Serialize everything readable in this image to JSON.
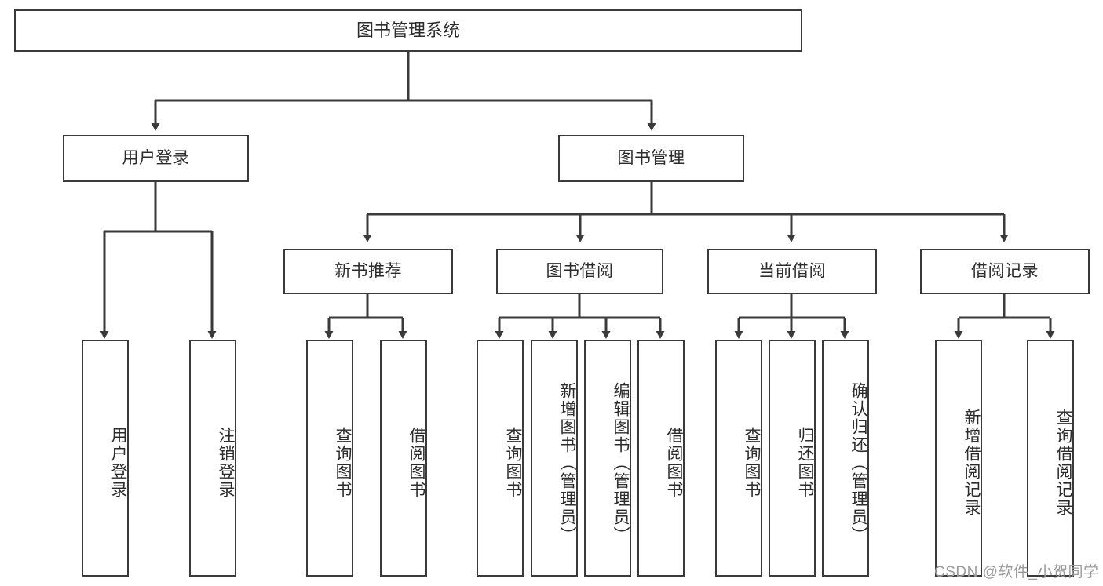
{
  "diagram": {
    "title": "图书管理系统",
    "type": "hierarchy-tree",
    "root": {
      "id": "root",
      "label": "图书管理系统"
    },
    "level1": [
      {
        "id": "user-login",
        "label": "用户登录"
      },
      {
        "id": "book-manage",
        "label": "图书管理"
      }
    ],
    "level2": [
      {
        "id": "new-book-recommend",
        "label": "新书推荐",
        "parent": "book-manage"
      },
      {
        "id": "book-borrow",
        "label": "图书借阅",
        "parent": "book-manage"
      },
      {
        "id": "current-borrow",
        "label": "当前借阅",
        "parent": "book-manage"
      },
      {
        "id": "borrow-record",
        "label": "借阅记录",
        "parent": "book-manage"
      }
    ],
    "leaves": {
      "user-login": [
        {
          "id": "leaf-user-login",
          "label": "用户登录"
        },
        {
          "id": "leaf-user-logout",
          "label": "注销登录"
        }
      ],
      "new-book-recommend": [
        {
          "id": "leaf-query-book-1",
          "label": "查询图书"
        },
        {
          "id": "leaf-borrow-book-1",
          "label": "借阅图书"
        }
      ],
      "book-borrow": [
        {
          "id": "leaf-query-book-2",
          "label": "查询图书"
        },
        {
          "id": "leaf-add-book",
          "label": "新增图书（管理员）"
        },
        {
          "id": "leaf-edit-book",
          "label": "编辑图书（管理员）"
        },
        {
          "id": "leaf-borrow-book-2",
          "label": "借阅图书"
        }
      ],
      "current-borrow": [
        {
          "id": "leaf-query-book-3",
          "label": "查询图书"
        },
        {
          "id": "leaf-return-book",
          "label": "归还图书"
        },
        {
          "id": "leaf-confirm-return",
          "label": "确认归还（管理员）"
        }
      ],
      "borrow-record": [
        {
          "id": "leaf-add-record",
          "label": "新增借阅记录"
        },
        {
          "id": "leaf-query-record",
          "label": "查询借阅记录"
        }
      ]
    }
  },
  "watermark": {
    "text": "CSDN @软件_小贺同学"
  },
  "colors": {
    "stroke": "#3a3a3a",
    "background": "#ffffff",
    "text": "#2b2b2b",
    "watermark": "#9a9a9a"
  }
}
